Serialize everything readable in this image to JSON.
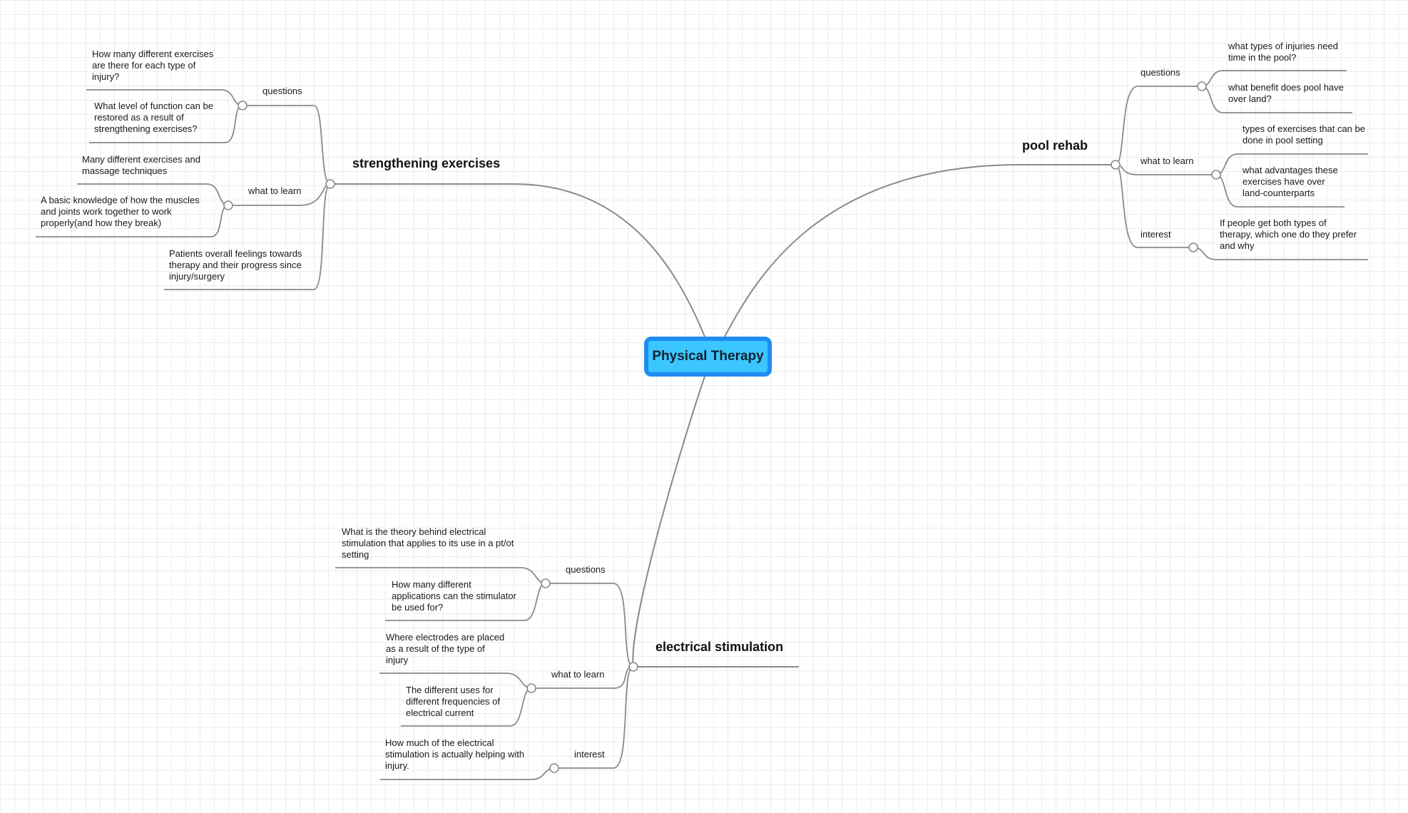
{
  "central": "Physical Therapy",
  "branches": {
    "strengthening": {
      "title": "strengthening exercises",
      "questions": {
        "label": "questions",
        "items": [
          "How many different exercises\nare there for each type of\ninjury?",
          "What level of function can be\nrestored as a result of\nstrengthening exercises?"
        ]
      },
      "learn": {
        "label": "what to learn",
        "items": [
          "Many different exercises and\nmassage techniques",
          "A basic knowledge of how the muscles\nand joints work together to work\nproperly(and how they break)"
        ]
      },
      "patients": "Patients overall feelings towards\ntherapy and their progress since\ninjury/surgery"
    },
    "pool": {
      "title": "pool rehab",
      "questions": {
        "label": "questions",
        "items": [
          "what types of injuries need\ntime in the pool?",
          "what benefit does pool have\nover land?"
        ]
      },
      "learn": {
        "label": "what to learn",
        "items": [
          "types of exercises that can be\ndone in pool setting",
          "what advantages these\nexercises have over\nland-counterparts"
        ]
      },
      "interest": {
        "label": "interest",
        "items": [
          "If people get both types of\n therapy, which one do they prefer\nand why"
        ]
      }
    },
    "electrical": {
      "title": "electrical stimulation",
      "questions": {
        "label": "questions",
        "items": [
          "What is the theory behind electrical\nstimulation that applies to its use in a pt/ot\nsetting",
          "How many different\napplications can the stimulator\nbe used for?"
        ]
      },
      "learn": {
        "label": "what to learn",
        "items": [
          "Where electrodes are placed\nas a result of the type of\ninjury",
          "The different uses for\ndifferent frequencies of\nelectrical current"
        ]
      },
      "interest": {
        "label": "interest",
        "items": [
          "How much of the electrical\nstimulation is actually helping with\ninjury."
        ]
      }
    }
  },
  "colors": {
    "central_fill": "#3cc6ff",
    "central_border": "#1e8cf0",
    "connector": "#8a8a8a",
    "grid": "#ececec"
  }
}
